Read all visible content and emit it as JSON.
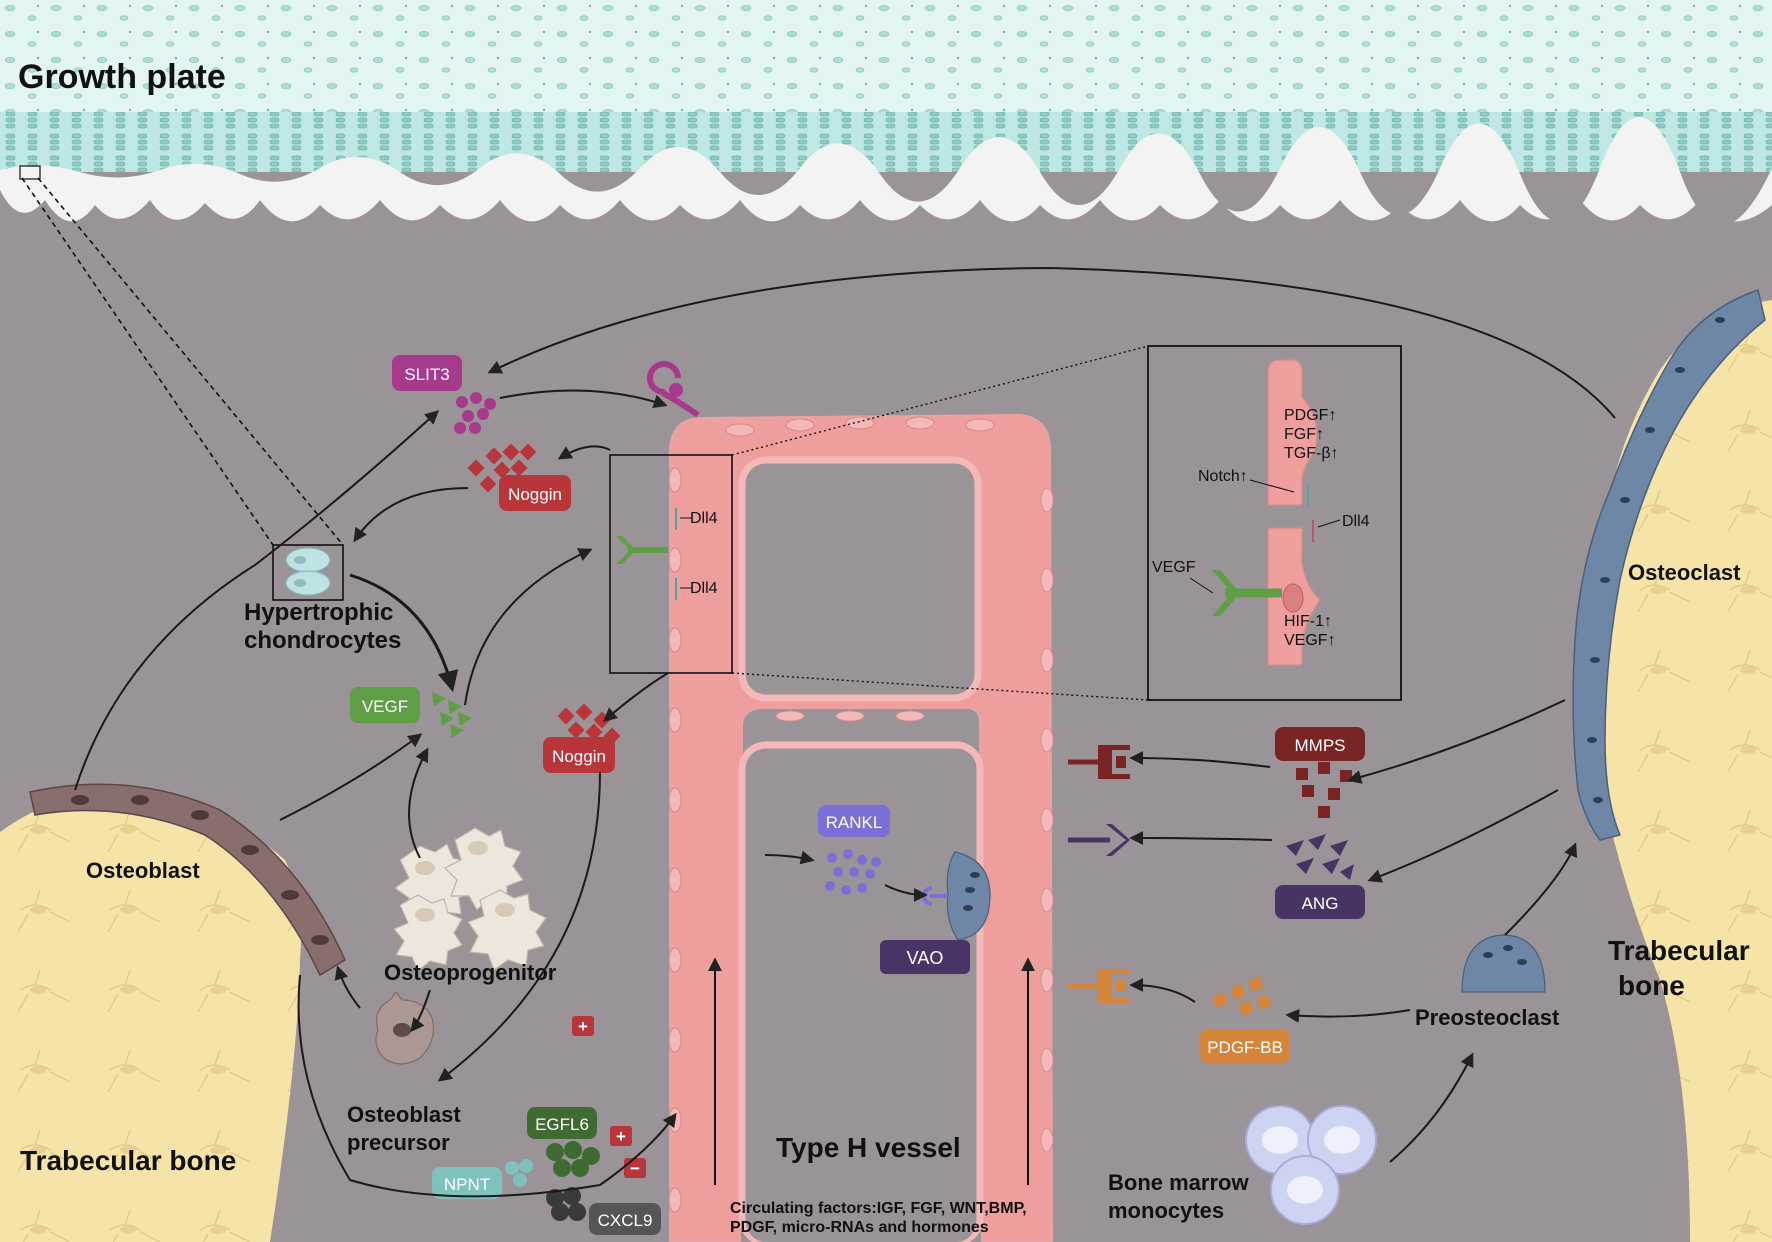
{
  "labels": {
    "growth_plate": "Growth plate",
    "hypertrophic_chondrocytes_line1": "Hypertrophic",
    "hypertrophic_chondrocytes_line2": "chondrocytes",
    "osteoblast": "Osteoblast",
    "osteoprogenitor": "Osteoprogenitor",
    "osteoblast_precursor_line1": "Osteoblast",
    "osteoblast_precursor_line2": "precursor",
    "trabecular_bone_left": "Trabecular bone",
    "trabecular_bone_right_line1": "Trabecular",
    "trabecular_bone_right_line2": "bone",
    "osteoclast": "Osteoclast",
    "preosteoclast": "Preosteoclast",
    "bone_marrow_monocytes_line1": "Bone marrow",
    "bone_marrow_monocytes_line2": "monocytes",
    "type_h_vessel": "Type H vessel",
    "circulating_line1": "Circulating factors:IGF, FGF, WNT,BMP,",
    "circulating_line2": "PDGF, micro-RNAs and hormones"
  },
  "factor_boxes": {
    "slit3": "SLIT3",
    "noggin_top": "Noggin",
    "noggin_mid": "Noggin",
    "vegf": "VEGF",
    "rankl": "RANKL",
    "vao": "VAO",
    "mmps": "MMPS",
    "ang": "ANG",
    "pdgf_bb": "PDGF-BB",
    "egfl6": "EGFL6",
    "npnt": "NPNT",
    "cxcl9": "CXCL9"
  },
  "ligands": {
    "dll4_a": "Dll4",
    "dll4_b": "Dll4"
  },
  "inset": {
    "pdgf": "PDGF↑",
    "fgf": "FGF↑",
    "tgfb": "TGF-β↑",
    "notch": "Notch↑",
    "dll4": "Dll4",
    "vegf": "VEGF",
    "hif1": "HIF-1↑",
    "vegf_up": "VEGF↑"
  },
  "signs": {
    "plus_a": "+",
    "plus_b": "+",
    "minus": "−"
  },
  "colors": {
    "background": "#9a9397",
    "growth_plate": "#dff3f1",
    "bone": "#f6e3a8",
    "vessel": "#ef9e9e",
    "vessel_cell": "#f4b8b8",
    "slit3": "#a83a8e",
    "noggin": "#b8363a",
    "vegf": "#5e9e45",
    "rankl": "#7b6fd6",
    "vao": "#4a3367",
    "mmps": "#7a2525",
    "ang": "#473463",
    "pdgf_bb": "#d5853a",
    "egfl6": "#3f6b33",
    "npnt": "#7fc1bd",
    "cxcl9": "#555555",
    "osteoclast": "#6e87a7",
    "osteoblast": "#8a6e6e"
  }
}
